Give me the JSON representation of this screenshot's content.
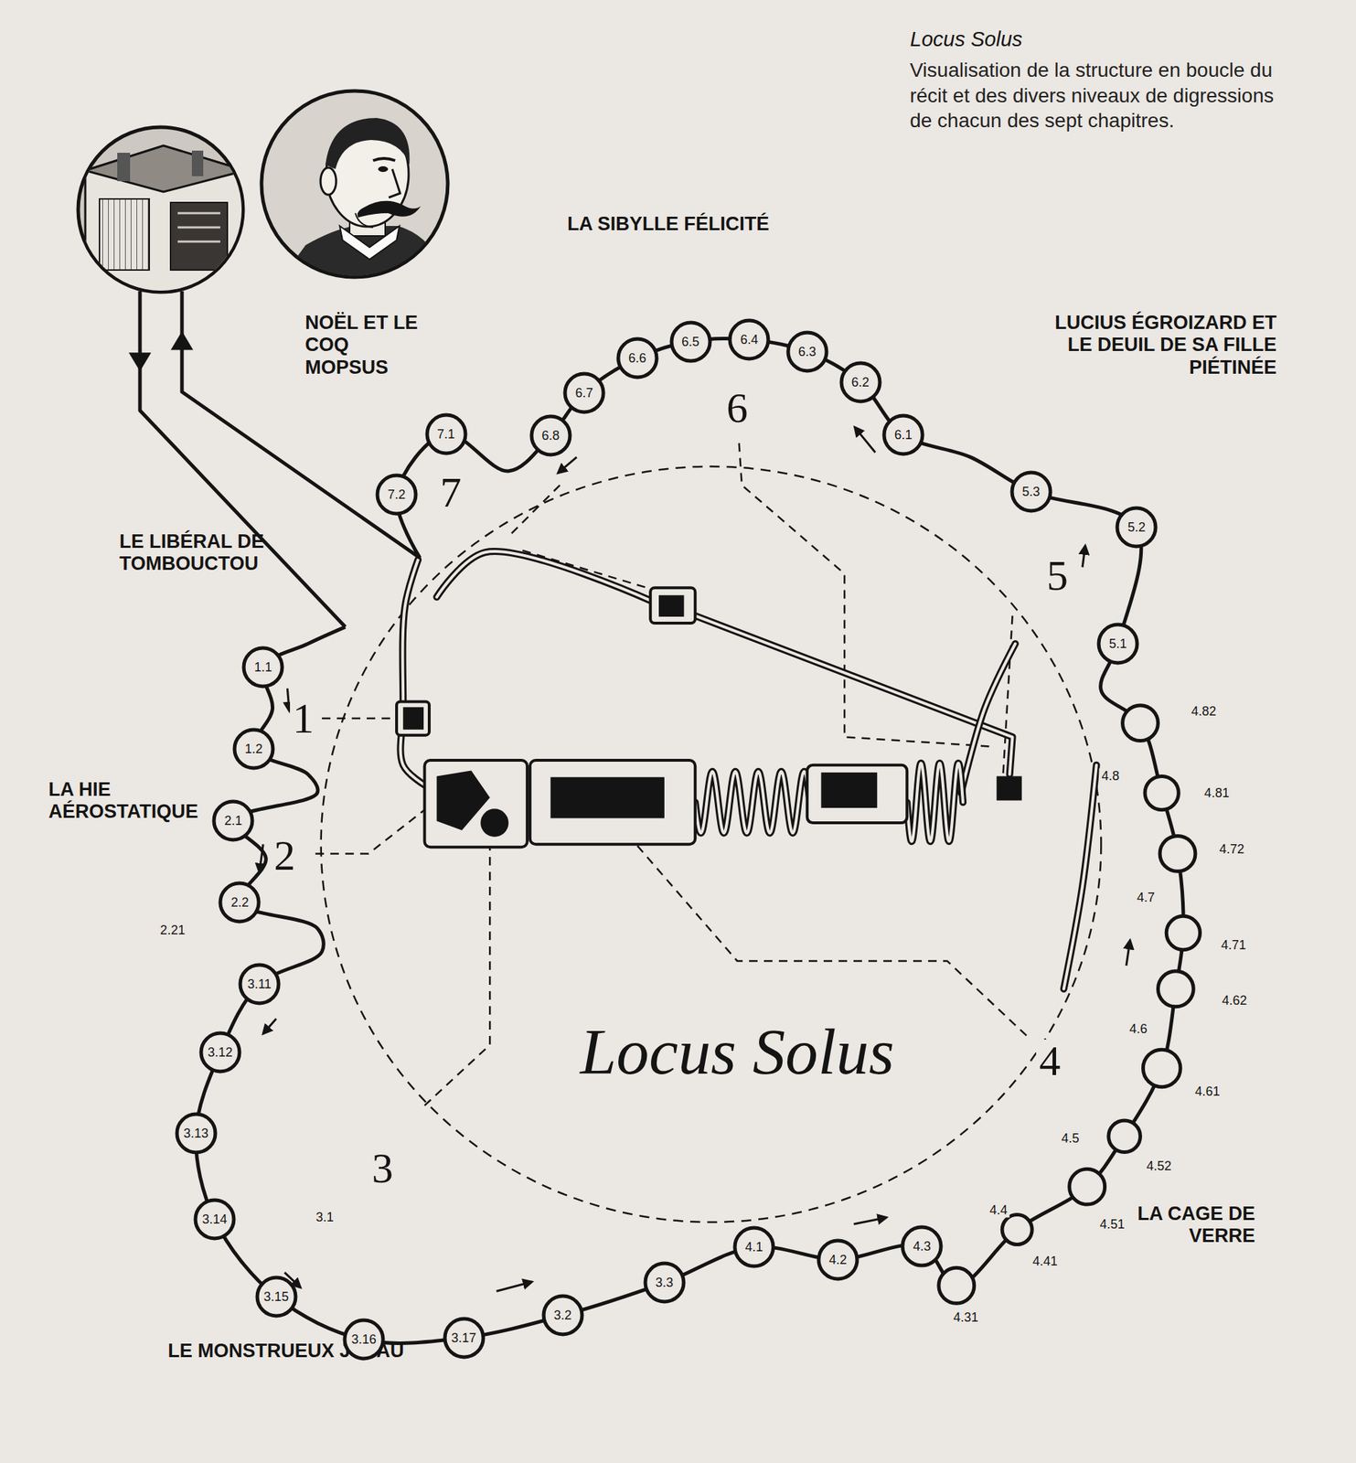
{
  "diagram": {
    "title": "Locus Solus",
    "caption": "Visualisation de la structure en boucle du récit et des divers niveaux de digressions de chacun des sept chapitres.",
    "nodes": [
      {
        "text": [
          "1",
          "LE LIBÉRAL DE TOMBOUCTOU"
        ]
      },
      {
        "text": [
          "1.1"
        ]
      },
      {
        "text": [
          "1.2"
        ]
      },
      {
        "text": [
          "2",
          "LA HIE AÉROSTATIQUE"
        ]
      },
      {
        "text": [
          "2.1"
        ]
      },
      {
        "text": [
          "2.2"
        ]
      },
      {
        "text": [
          "3",
          "LE MONSTRUEUX JOYAU"
        ]
      },
      {
        "text": [
          "3.11"
        ]
      },
      {
        "text": [
          "3.12"
        ]
      },
      {
        "text": [
          "3.13"
        ]
      },
      {
        "text": [
          "3.14"
        ]
      },
      {
        "text": [
          "3.15"
        ]
      },
      {
        "text": [
          "3.16"
        ]
      },
      {
        "text": [
          "3.17"
        ]
      },
      {
        "text": [
          "3.2"
        ]
      },
      {
        "text": [
          "3.3"
        ]
      },
      {
        "text": [
          "4",
          "LA CAGE DE VERRE"
        ]
      },
      {
        "text": [
          "4.1"
        ]
      },
      {
        "text": [
          "4.2"
        ]
      },
      {
        "text": [
          "4.3"
        ]
      },
      {
        "text": [
          "5",
          "LUCIUS ÉGROIZARD ET LE DEUIL DE SA FILLE PIÉTINÉE"
        ]
      },
      {
        "text": [
          "5.1"
        ]
      },
      {
        "text": [
          "5.2"
        ]
      },
      {
        "text": [
          "5.3"
        ]
      },
      {
        "text": [
          "6",
          "LA SIBYLLE FÉLICITÉ"
        ]
      },
      {
        "text": [
          "6.1"
        ]
      },
      {
        "text": [
          "6.2"
        ]
      },
      {
        "text": [
          "6.3"
        ]
      },
      {
        "text": [
          "6.4"
        ]
      },
      {
        "text": [
          "6.5"
        ]
      },
      {
        "text": [
          "6.6"
        ]
      },
      {
        "text": [
          "6.7"
        ]
      },
      {
        "text": [
          "6.8"
        ]
      },
      {
        "text": [
          "7",
          "NOËL ET LE COQ MOPSUS"
        ]
      },
      {
        "text": [
          "7.1"
        ]
      },
      {
        "text": [
          "7.2"
        ]
      }
    ],
    "labels": [
      "Locus Solus",
      "2.21",
      "3.1",
      "4.31",
      "4.4",
      "4.41",
      "4.5",
      "4.51",
      "4.52",
      "4.6",
      "4.61",
      "4.62",
      "4.7",
      "4.71",
      "4.72",
      "4.8",
      "4.81",
      "4.82"
    ]
  }
}
